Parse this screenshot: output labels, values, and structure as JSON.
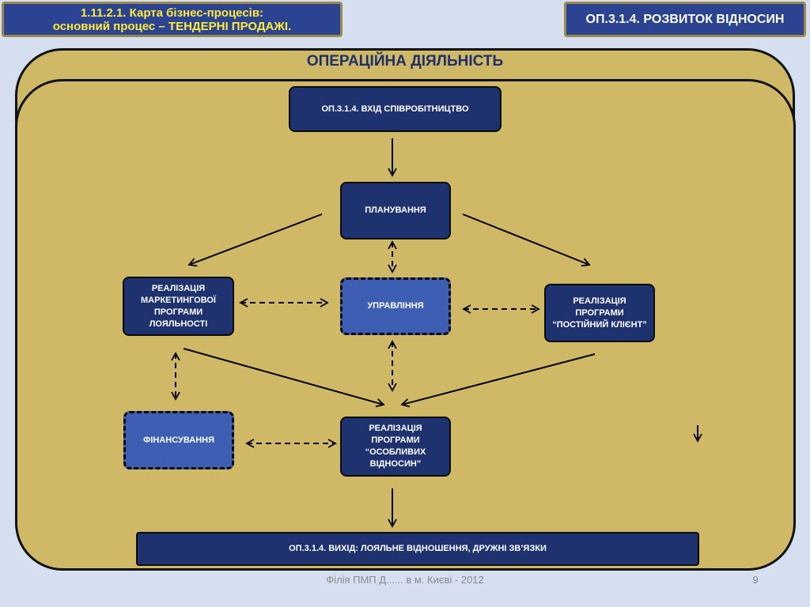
{
  "header": {
    "left_line1": "1.11.2.1.  Карта бізнес-процесів:",
    "left_line2": "основний процес – ТЕНДЕРНІ ПРОДАЖІ.",
    "right": "ОП.3.1.4. РОЗВИТОК ВІДНОСИН"
  },
  "diagram": {
    "title": "ОПЕРАЦІЙНА ДІЯЛЬНІСТЬ",
    "nodes": {
      "input": "ОП.3.1.4.  ВХІД СПІВРОБІТНИЦТВО",
      "planning": "ПЛАНУВАННЯ",
      "loyalty": "РЕАЛІЗАЦІЯ МАРКЕТИНГОВОЇ ПРОГРАМИ ЛОЯЛЬНОСТІ",
      "management": "УПРАВЛІННЯ",
      "regular_client": "РЕАЛІЗАЦІЯ ПРОГРАМИ “ПОСТІЙНИЙ КЛІЄНТ”",
      "financing": "ФІНАНСУВАННЯ",
      "special_relations": "РЕАЛІЗАЦІЯ ПРОГРАМИ “ОСОБЛИВИХ ВІДНОСИН”",
      "output": "ОП.3.1.4. ВИХІД: ЛОЯЛЬНЕ ВІДНОШЕННЯ, ДРУЖНІ ЗВ’ЯЗКИ"
    }
  },
  "footer": {
    "text": "Філія ПМП Д...... в м. Києві - 2012",
    "page_number": "9"
  }
}
